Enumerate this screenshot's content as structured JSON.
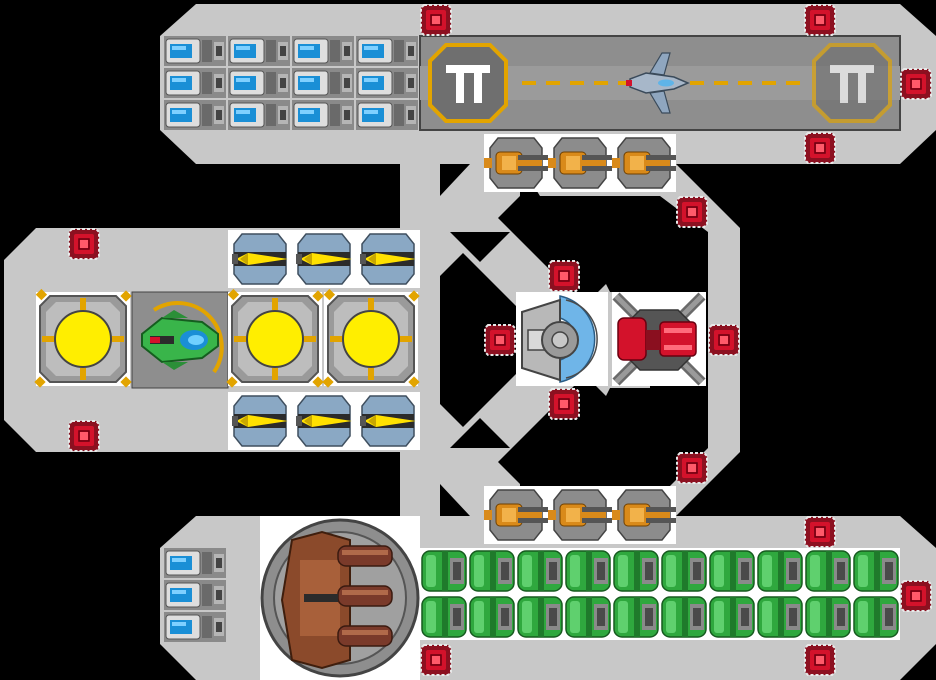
{
  "page": {
    "title": ""
  },
  "colors": {
    "background": "#000000",
    "hull": "#c8c8c8",
    "hull_edge": "#9a9a9a",
    "module_bg": "#ffffff",
    "runway": "#8e8e8e",
    "runway_dark": "#6f6f6f",
    "accent_gold": "#e2a400",
    "reactor_yellow": "#ffee00",
    "warning_red": "#d3122b",
    "engine_green": "#2fa83e",
    "battery_blue": "#1a8fd6",
    "turret_orange": "#d98a1a",
    "fighter_green": "#39b54a",
    "shield_blue": "#6fb5e8",
    "cannon_brown": "#8b4a2b"
  },
  "modules": {
    "battery_banks": 15,
    "autocannons": 6,
    "missile_pods": 6,
    "reactors": 3,
    "hangar_fighter": 1,
    "shield_generator": 1,
    "laser_turret": 1,
    "heavy_cannon": 1,
    "engine_cells": 20,
    "armor_nodes": 16
  },
  "icons": {
    "landing_pad": "landing-pad-icon",
    "armor_node": "red-armor-node-icon",
    "battery": "battery-icon",
    "reactor": "reactor-icon",
    "missile": "missile-icon",
    "autocannon": "autocannon-icon",
    "fighter": "fighter-ship-icon",
    "shield": "shield-generator-icon",
    "laser": "laser-turret-icon",
    "cannon": "heavy-cannon-icon",
    "engine": "engine-cell-icon"
  }
}
